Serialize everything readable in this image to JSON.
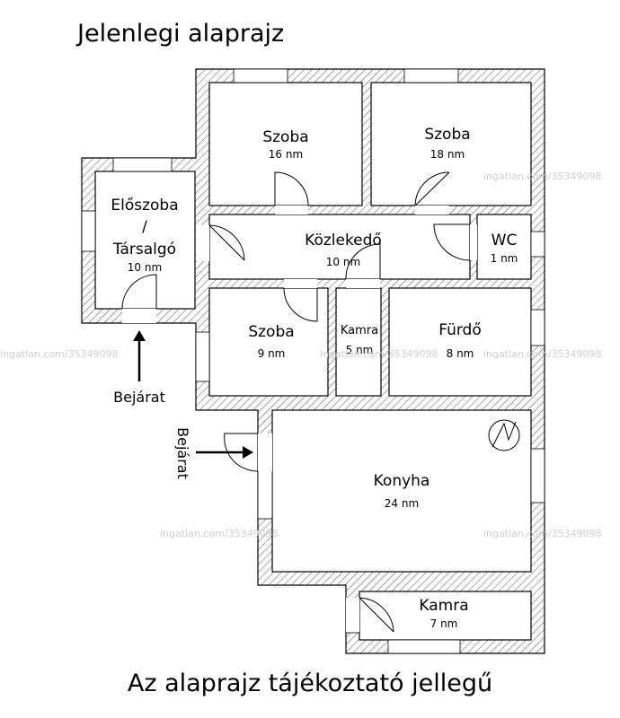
{
  "title": "Jelenlegi alaprajz",
  "footer": "Az alaprajz tájékoztató jellegű",
  "watermark": "ingatlan.com/35349098",
  "entrance_label": "Bejárat",
  "rooms": [
    {
      "id": "szoba-1",
      "name": "Szoba",
      "area": "16 nm"
    },
    {
      "id": "szoba-2",
      "name": "Szoba",
      "area": "18 nm"
    },
    {
      "id": "eloszoba",
      "name_lines": [
        "Előszoba",
        "/",
        "Társalgó"
      ],
      "area": "10 nm"
    },
    {
      "id": "kozlekedo",
      "name": "Közlekedő",
      "area": "10 nm"
    },
    {
      "id": "wc",
      "name": "WC",
      "area": "1 nm"
    },
    {
      "id": "szoba-3",
      "name": "Szoba",
      "area": "9 nm"
    },
    {
      "id": "kamra-1",
      "name": "Kamra",
      "area": "5 nm"
    },
    {
      "id": "furdo",
      "name": "Fürdő",
      "area": "8 nm"
    },
    {
      "id": "konyha",
      "name": "Konyha",
      "area": "24 nm"
    },
    {
      "id": "kamra-2",
      "name": "Kamra",
      "area": "7 nm"
    }
  ]
}
